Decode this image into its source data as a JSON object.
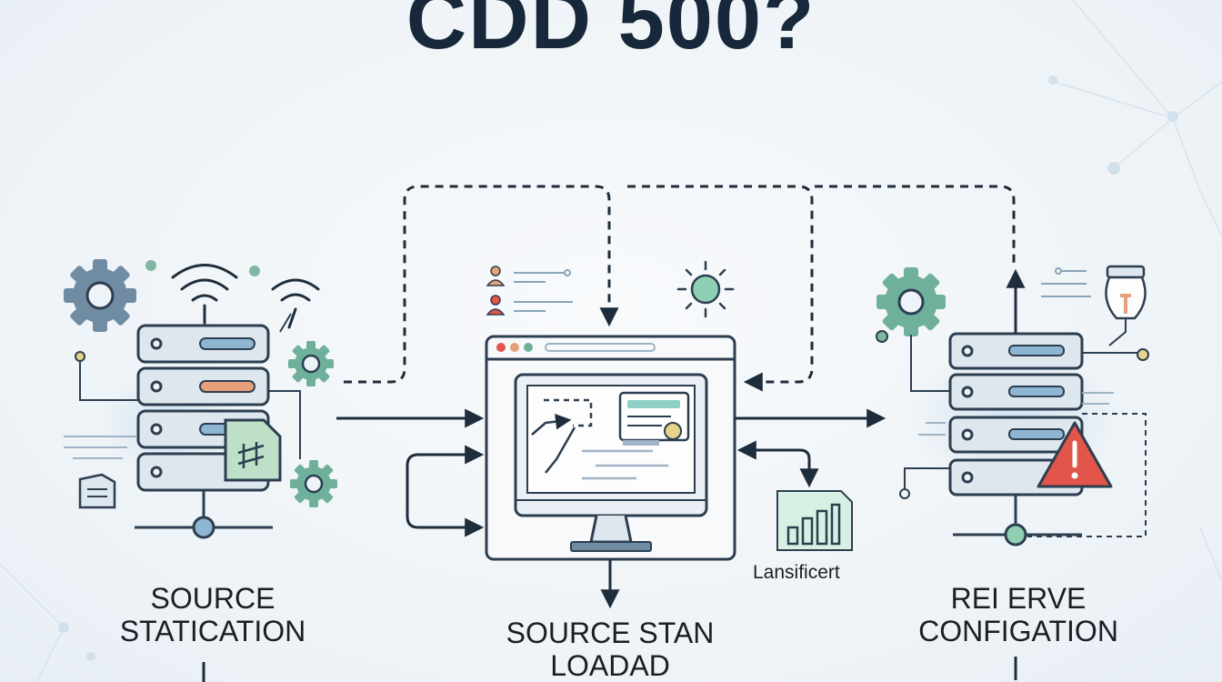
{
  "title": "CDD 500?",
  "nodes": [
    {
      "line1": "SOURCE",
      "line2": "STATICATION"
    },
    {
      "line1": "SOURCE STAN",
      "line2": "LOADAD"
    },
    {
      "line1": "REI ERVE",
      "line2": "CONFIGATION"
    }
  ],
  "chart_caption": "Lansificert",
  "colors": {
    "navy": "#2c3e50",
    "green": "#6fb09a",
    "gear_blue": "#6f8ca3",
    "warning": "#e2554a",
    "bar_orange": "#e8a07a"
  },
  "icons": [
    "gear-icon",
    "wifi-icon",
    "server-icon",
    "file-icon",
    "monitor-icon",
    "sun-icon",
    "chart-icon",
    "warning-icon",
    "lightbulb-icon",
    "user-icon"
  ]
}
